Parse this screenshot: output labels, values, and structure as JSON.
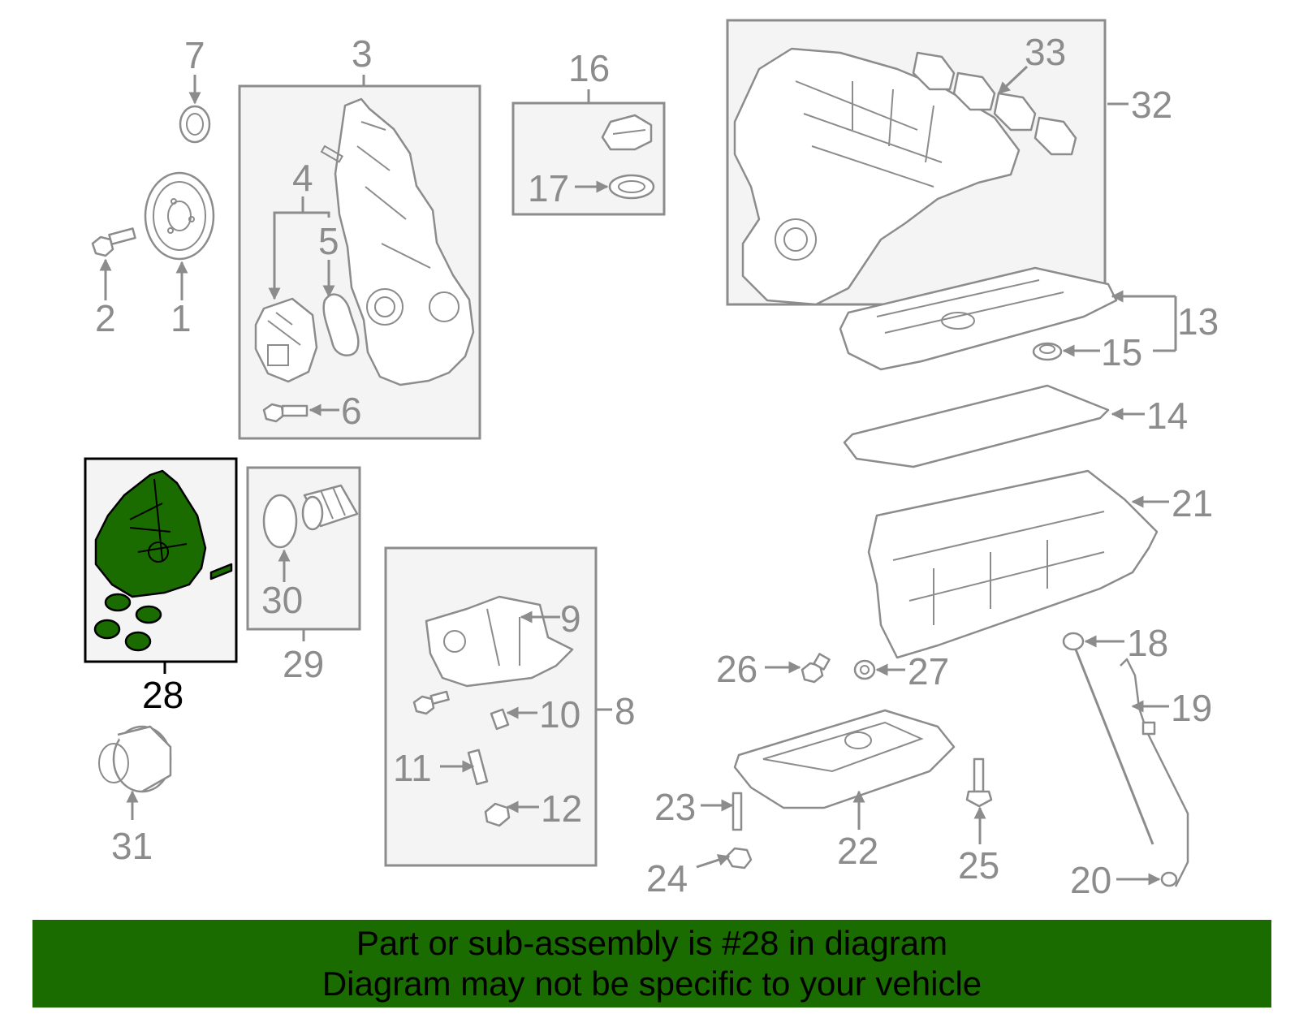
{
  "callouts": {
    "c1": "1",
    "c2": "2",
    "c3": "3",
    "c4": "4",
    "c5": "5",
    "c6": "6",
    "c7": "7",
    "c8": "8",
    "c9": "9",
    "c10": "10",
    "c11": "11",
    "c12": "12",
    "c13": "13",
    "c14": "14",
    "c15": "15",
    "c16": "16",
    "c17": "17",
    "c18": "18",
    "c19": "19",
    "c20": "20",
    "c21": "21",
    "c22": "22",
    "c23": "23",
    "c24": "24",
    "c25": "25",
    "c26": "26",
    "c27": "27",
    "c28": "28",
    "c29": "29",
    "c30": "30",
    "c31": "31",
    "c32": "32",
    "c33": "33"
  },
  "highlight": {
    "part": "28",
    "color": "#1a6b00"
  },
  "banner": {
    "line1": "Part or sub-assembly is #28 in diagram",
    "line2": "Diagram may not be specific to your vehicle",
    "background": "#1a6b00"
  },
  "colors": {
    "line": "#8c8c8c",
    "box_fill": "#f4f4f4",
    "highlight_outline": "#000000"
  }
}
